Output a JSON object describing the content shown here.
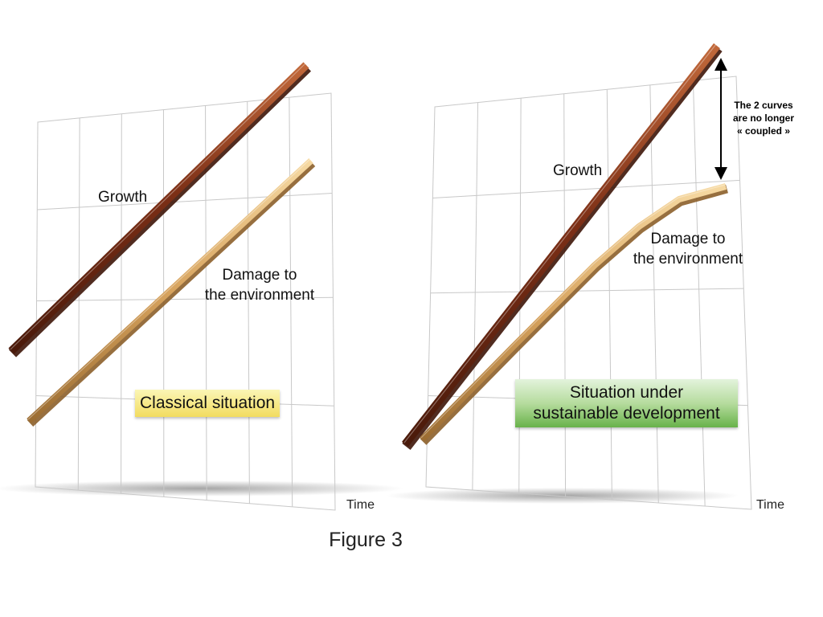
{
  "panels": [
    {
      "growth_label": "Growth",
      "damage_label": [
        "Damage to",
        "the environment"
      ],
      "situation_label": [
        "Classical situation"
      ],
      "x_axis_label": "Time"
    },
    {
      "growth_label": "Growth",
      "damage_label": [
        "Damage to",
        "the environment"
      ],
      "situation_label": [
        "Situation under",
        "sustainable development"
      ],
      "x_axis_label": "Time",
      "annotation": [
        "The 2 curves",
        "are no longer",
        "« coupled »"
      ]
    }
  ],
  "figure_caption": "Figure 3",
  "colors": {
    "growth_bar": "#8a3a1c",
    "damage_bar": "#d9a865",
    "grid": "#c8c8c8",
    "badge_yellow": "#f4e27a",
    "badge_green": "#8cc870"
  }
}
